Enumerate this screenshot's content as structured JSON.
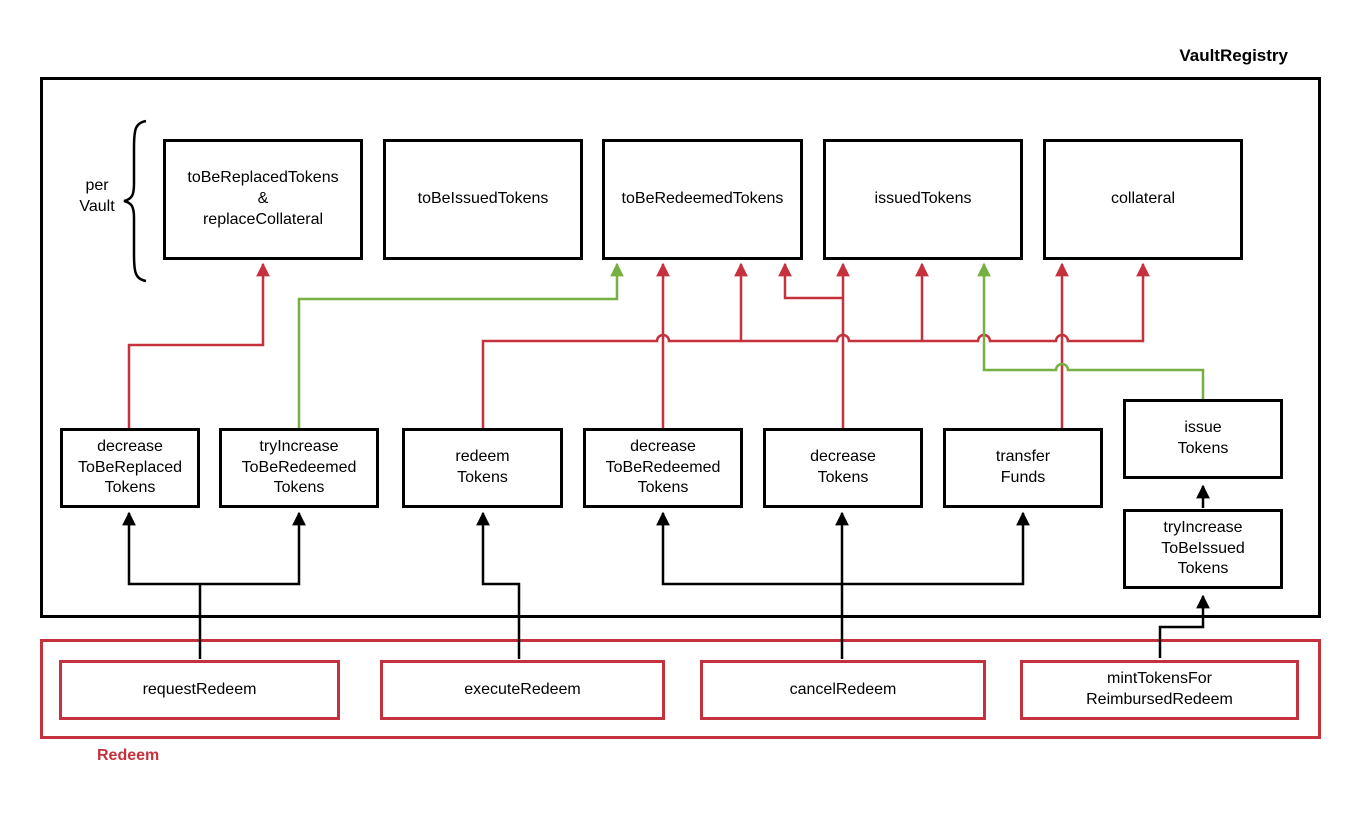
{
  "diagram": {
    "outer_label": "VaultRegistry",
    "per_vault_label": "per\nVault",
    "redeem_group_label": "Redeem",
    "colors": {
      "red": "#c5313d",
      "green": "#76b043",
      "black": "#000000"
    },
    "state_boxes": [
      {
        "id": "toBeReplacedTokens",
        "label": "toBeReplacedTokens\n&\nreplaceCollateral"
      },
      {
        "id": "toBeIssuedTokens",
        "label": "toBeIssuedTokens"
      },
      {
        "id": "toBeRedeemedTokens",
        "label": "toBeRedeemedTokens"
      },
      {
        "id": "issuedTokens",
        "label": "issuedTokens"
      },
      {
        "id": "collateral",
        "label": "collateral"
      }
    ],
    "function_boxes": [
      {
        "id": "decreaseToBeReplacedTokens",
        "label": "decrease\nToBeReplaced\nTokens"
      },
      {
        "id": "tryIncreaseToBeRedeemedTokens",
        "label": "tryIncrease\nToBeRedeemed\nTokens"
      },
      {
        "id": "redeemTokens",
        "label": "redeem\nTokens"
      },
      {
        "id": "decreaseToBeRedeemedTokens",
        "label": "decrease\nToBeRedeemed\nTokens"
      },
      {
        "id": "decreaseTokens",
        "label": "decrease\nTokens"
      },
      {
        "id": "transferFunds",
        "label": "transfer\nFunds"
      },
      {
        "id": "issueTokens",
        "label": "issue\nTokens"
      },
      {
        "id": "tryIncreaseToBeIssuedTokens",
        "label": "tryIncrease\nToBeIssued\nTokens"
      }
    ],
    "entry_boxes": [
      {
        "id": "requestRedeem",
        "label": "requestRedeem"
      },
      {
        "id": "executeRedeem",
        "label": "executeRedeem"
      },
      {
        "id": "cancelRedeem",
        "label": "cancelRedeem"
      },
      {
        "id": "mintTokensForReimbursedRedeem",
        "label": "mintTokensFor\nReimbursedRedeem"
      }
    ],
    "edges": [
      {
        "from": "requestRedeem",
        "to": "decreaseToBeReplacedTokens",
        "color": "black"
      },
      {
        "from": "requestRedeem",
        "to": "tryIncreaseToBeRedeemedTokens",
        "color": "black"
      },
      {
        "from": "executeRedeem",
        "to": "redeemTokens",
        "color": "black"
      },
      {
        "from": "cancelRedeem",
        "to": "decreaseToBeRedeemedTokens",
        "color": "black"
      },
      {
        "from": "cancelRedeem",
        "to": "decreaseTokens",
        "color": "black"
      },
      {
        "from": "cancelRedeem",
        "to": "transferFunds",
        "color": "black"
      },
      {
        "from": "mintTokensForReimbursedRedeem",
        "to": "tryIncreaseToBeIssuedTokens",
        "color": "black"
      },
      {
        "from": "tryIncreaseToBeIssuedTokens",
        "to": "issueTokens",
        "color": "black"
      },
      {
        "from": "decreaseToBeReplacedTokens",
        "to": "toBeReplacedTokens",
        "color": "red"
      },
      {
        "from": "tryIncreaseToBeRedeemedTokens",
        "to": "toBeRedeemedTokens",
        "color": "green"
      },
      {
        "from": "redeemTokens",
        "to": "toBeRedeemedTokens",
        "color": "red"
      },
      {
        "from": "redeemTokens",
        "to": "issuedTokens",
        "color": "red"
      },
      {
        "from": "redeemTokens",
        "to": "collateral",
        "color": "red"
      },
      {
        "from": "decreaseToBeRedeemedTokens",
        "to": "toBeRedeemedTokens",
        "color": "red"
      },
      {
        "from": "decreaseTokens",
        "to": "toBeRedeemedTokens",
        "color": "red"
      },
      {
        "from": "decreaseTokens",
        "to": "issuedTokens",
        "color": "red"
      },
      {
        "from": "transferFunds",
        "to": "collateral",
        "color": "red"
      },
      {
        "from": "issueTokens",
        "to": "issuedTokens",
        "color": "green"
      }
    ]
  }
}
